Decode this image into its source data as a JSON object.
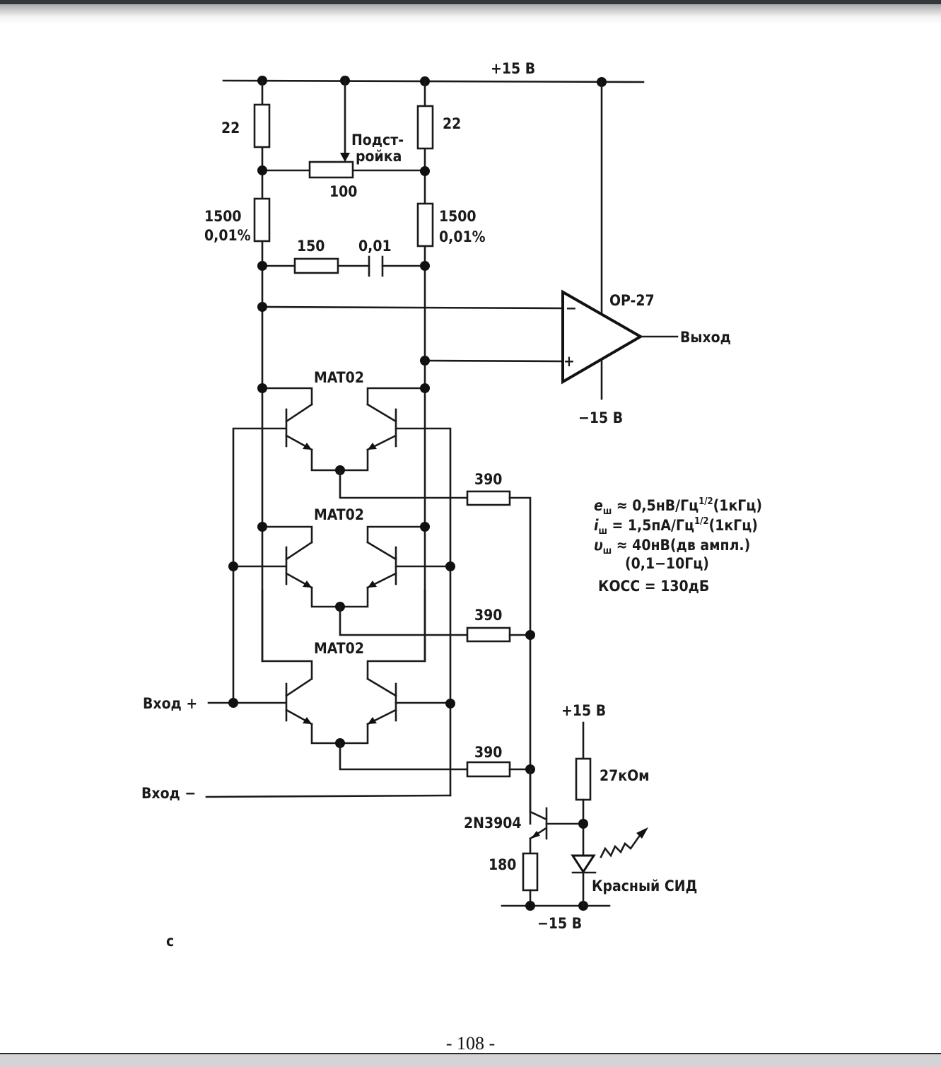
{
  "viewer": {
    "page_number": "- 108 -"
  },
  "figure": {
    "label": "с",
    "supply_top": "+15 В",
    "resistors": {
      "r_top_left": "22",
      "r_top_right": "22",
      "trim_pot_value": "100",
      "trim_pot_label_line1": "Подст-",
      "trim_pot_label_line2": "ройка",
      "r_load_left_value": "1500",
      "r_load_left_tol": "0,01%",
      "r_load_right_value": "1500",
      "r_load_right_tol": "0,01%",
      "r_comp": "150",
      "c_comp": "0,01",
      "r_emitter_1": "390",
      "r_emitter_2": "390",
      "r_emitter_3": "390",
      "r_led": "27кОм",
      "r_sink": "180"
    },
    "opamp": {
      "name": "OP-27",
      "output_label": "Выход",
      "neg_supply": "−15 В",
      "inv_symbol": "−",
      "noninv_symbol": "+"
    },
    "transistor_pairs": [
      "MAT02",
      "MAT02",
      "MAT02"
    ],
    "inputs": {
      "plus": "Вход +",
      "minus": "Вход −"
    },
    "current_source": {
      "transistor": "2N3904",
      "supply_pos": "+15 В",
      "supply_neg": "−15 В",
      "led_label": "Красный СИД"
    },
    "specs": [
      {
        "sym": "e",
        "sub": "ш",
        "text": " ≈ 0,5нВ/Гц",
        "sup": "1/2",
        "tail": "(1кГц)"
      },
      {
        "sym": "i",
        "sub": "ш",
        "text": " = 1,5пА/Гц",
        "sup": "1/2",
        "tail": "(1кГц)"
      },
      {
        "sym": "υ",
        "sub": "ш",
        "text": " ≈ 40нВ(дв ампл.)",
        "sup": "",
        "tail": ""
      },
      {
        "sym": "",
        "sub": "",
        "text": "(0,1−10Гц)",
        "sup": "",
        "tail": ""
      },
      {
        "sym": "",
        "sub": "",
        "text": "КОСС = 130дБ",
        "sup": "",
        "tail": ""
      }
    ]
  }
}
